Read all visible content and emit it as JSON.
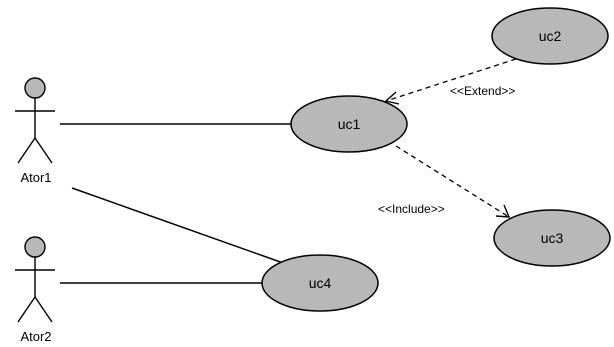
{
  "actors": [
    {
      "id": "ator1",
      "label": "Ator1"
    },
    {
      "id": "ator2",
      "label": "Ator2"
    }
  ],
  "use_cases": [
    {
      "id": "uc1",
      "label": "uc1"
    },
    {
      "id": "uc2",
      "label": "uc2"
    },
    {
      "id": "uc3",
      "label": "uc3"
    },
    {
      "id": "uc4",
      "label": "uc4"
    }
  ],
  "relationships": [
    {
      "type": "association",
      "from": "Ator1",
      "to": "uc1"
    },
    {
      "type": "association",
      "from": "Ator1",
      "to": "uc4"
    },
    {
      "type": "association",
      "from": "Ator2",
      "to": "uc4"
    },
    {
      "type": "extend",
      "from": "uc2",
      "to": "uc1",
      "label": "<<Extend>>"
    },
    {
      "type": "include",
      "from": "uc1",
      "to": "uc3",
      "label": "<<Include>>"
    }
  ],
  "colors": {
    "fill": "#b8b8b8",
    "stroke": "#000000",
    "background": "#ffffff"
  }
}
